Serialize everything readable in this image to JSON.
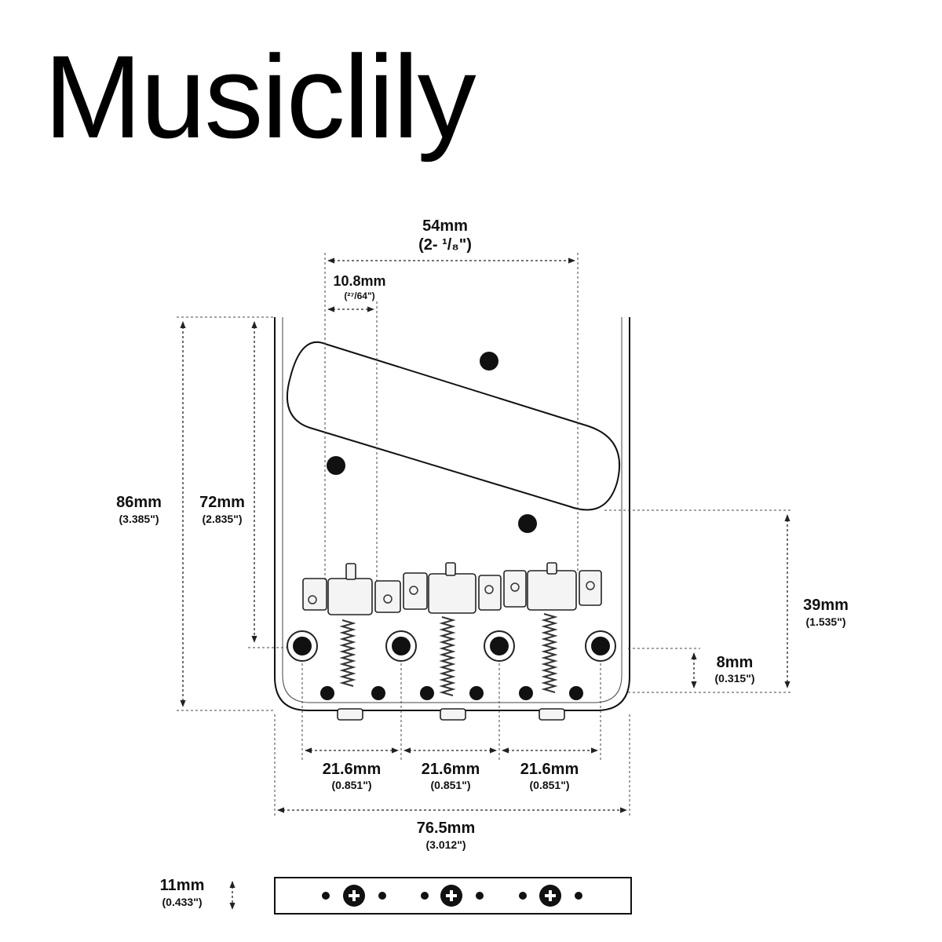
{
  "brand": "Musiclily",
  "dimensions": {
    "plate_width": {
      "main": "76.5mm",
      "sub": "(3.012\")"
    },
    "saddle_span": {
      "main": "54mm",
      "sub": "(2- ¹/₈\")"
    },
    "saddle_offset": {
      "main": "10.8mm",
      "sub": "(²⁷/64\")"
    },
    "plate_length": {
      "main": "86mm",
      "sub": "(3.385\")"
    },
    "base_length": {
      "main": "72mm",
      "sub": "(2.835\")"
    },
    "pickup_height": {
      "main": "39mm",
      "sub": "(1.535\")"
    },
    "mount_offset": {
      "main": "8mm",
      "sub": "(0.315\")"
    },
    "spacing_1": {
      "main": "21.6mm",
      "sub": "(0.851\")"
    },
    "spacing_2": {
      "main": "21.6mm",
      "sub": "(0.851\")"
    },
    "spacing_3": {
      "main": "21.6mm",
      "sub": "(0.851\")"
    },
    "side_height": {
      "main": "11mm",
      "sub": "(0.433\")"
    }
  }
}
